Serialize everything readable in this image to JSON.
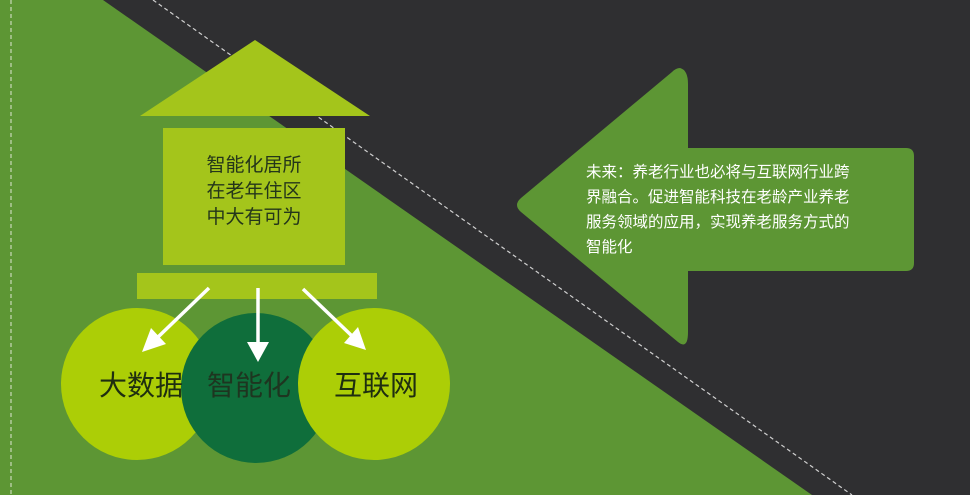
{
  "house": {
    "lines": [
      "智能化居所",
      "在老年住区",
      "中大有可为"
    ]
  },
  "circles": [
    {
      "label": "大数据"
    },
    {
      "label": "智能化"
    },
    {
      "label": "互联网"
    }
  ],
  "future_note": {
    "lines": [
      "未来：养老行业也必将与互联网行业跨",
      "界融合。促进智能科技在老龄产业养老",
      "服务领域的应用，实现养老服务方式的",
      "智能化"
    ]
  },
  "colors": {
    "background_green": "#5d9634",
    "dark_panel": "#2f2f31",
    "lime": "#a4c51b",
    "light_lime": "#acce06",
    "deep_green": "#0f6e3b",
    "arrow_green": "#5d9634"
  }
}
